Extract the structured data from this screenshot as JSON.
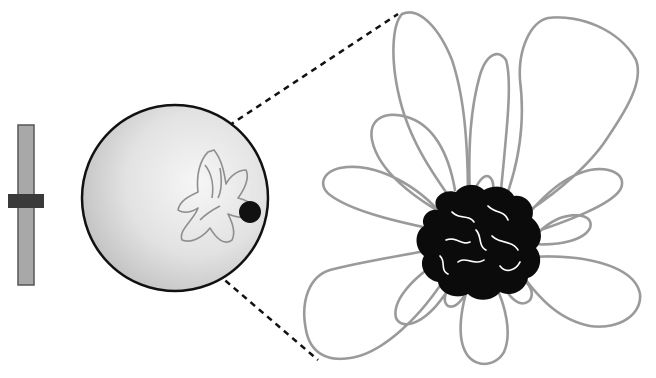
{
  "figure": {
    "elements": [
      {
        "name": "rod-with-slider",
        "kind": "vertical bar with horizontal tab"
      },
      {
        "name": "sphere",
        "kind": "shaded disc"
      },
      {
        "name": "marker-dot",
        "kind": "black dot"
      },
      {
        "name": "zoom-callout-lines",
        "kind": "dashed lines"
      },
      {
        "name": "flower-outline",
        "kind": "grey multi-lobed loop"
      },
      {
        "name": "dark-core",
        "kind": "black clustered mass"
      }
    ],
    "colors": {
      "background": "#ffffff",
      "rod_fill": "#a8a8a8",
      "rod_tab": "#3a3a3a",
      "sphere_light": "#f6f6f6",
      "sphere_dark": "#bdbdbd",
      "sphere_edge": "#111111",
      "outline": "#9a9a9a",
      "dark_core": "#0b0b0b",
      "dashes": "#111111"
    }
  }
}
